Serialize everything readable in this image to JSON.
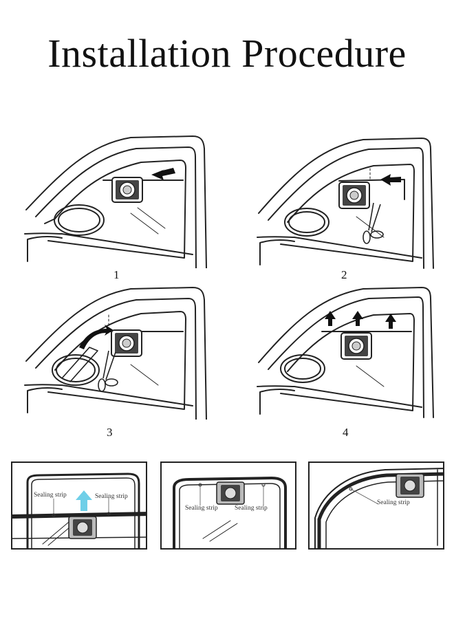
{
  "title": "Installation Procedure",
  "steps": [
    {
      "number": "1"
    },
    {
      "number": "2"
    },
    {
      "number": "3"
    },
    {
      "number": "4"
    }
  ],
  "details": [
    {
      "labels": [
        "Sealing strip",
        "Sealing strip"
      ]
    },
    {
      "labels": [
        "Sealing strip",
        "Sealing strip"
      ]
    },
    {
      "labels": [
        "Sealing strip"
      ]
    }
  ],
  "colors": {
    "line": "#222222",
    "arrow_blue": "#6fcfe8"
  },
  "icons": [
    "left-arrow-icon",
    "up-arrow-icon",
    "curved-arrow-icon",
    "scissors-icon",
    "solar-fan-icon"
  ]
}
